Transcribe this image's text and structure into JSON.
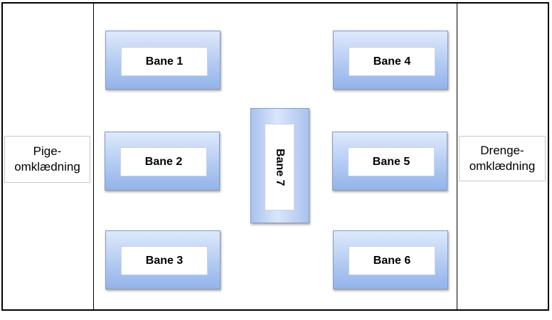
{
  "rooms": {
    "left": {
      "line1": "Pige-",
      "line2": "omklædning"
    },
    "right": {
      "line1": "Drenge-",
      "line2": "omklædning"
    }
  },
  "courts": {
    "bane1": "Bane 1",
    "bane2": "Bane 2",
    "bane3": "Bane 3",
    "bane4": "Bane 4",
    "bane5": "Bane 5",
    "bane6": "Bane 6",
    "bane7": "Bane 7"
  }
}
